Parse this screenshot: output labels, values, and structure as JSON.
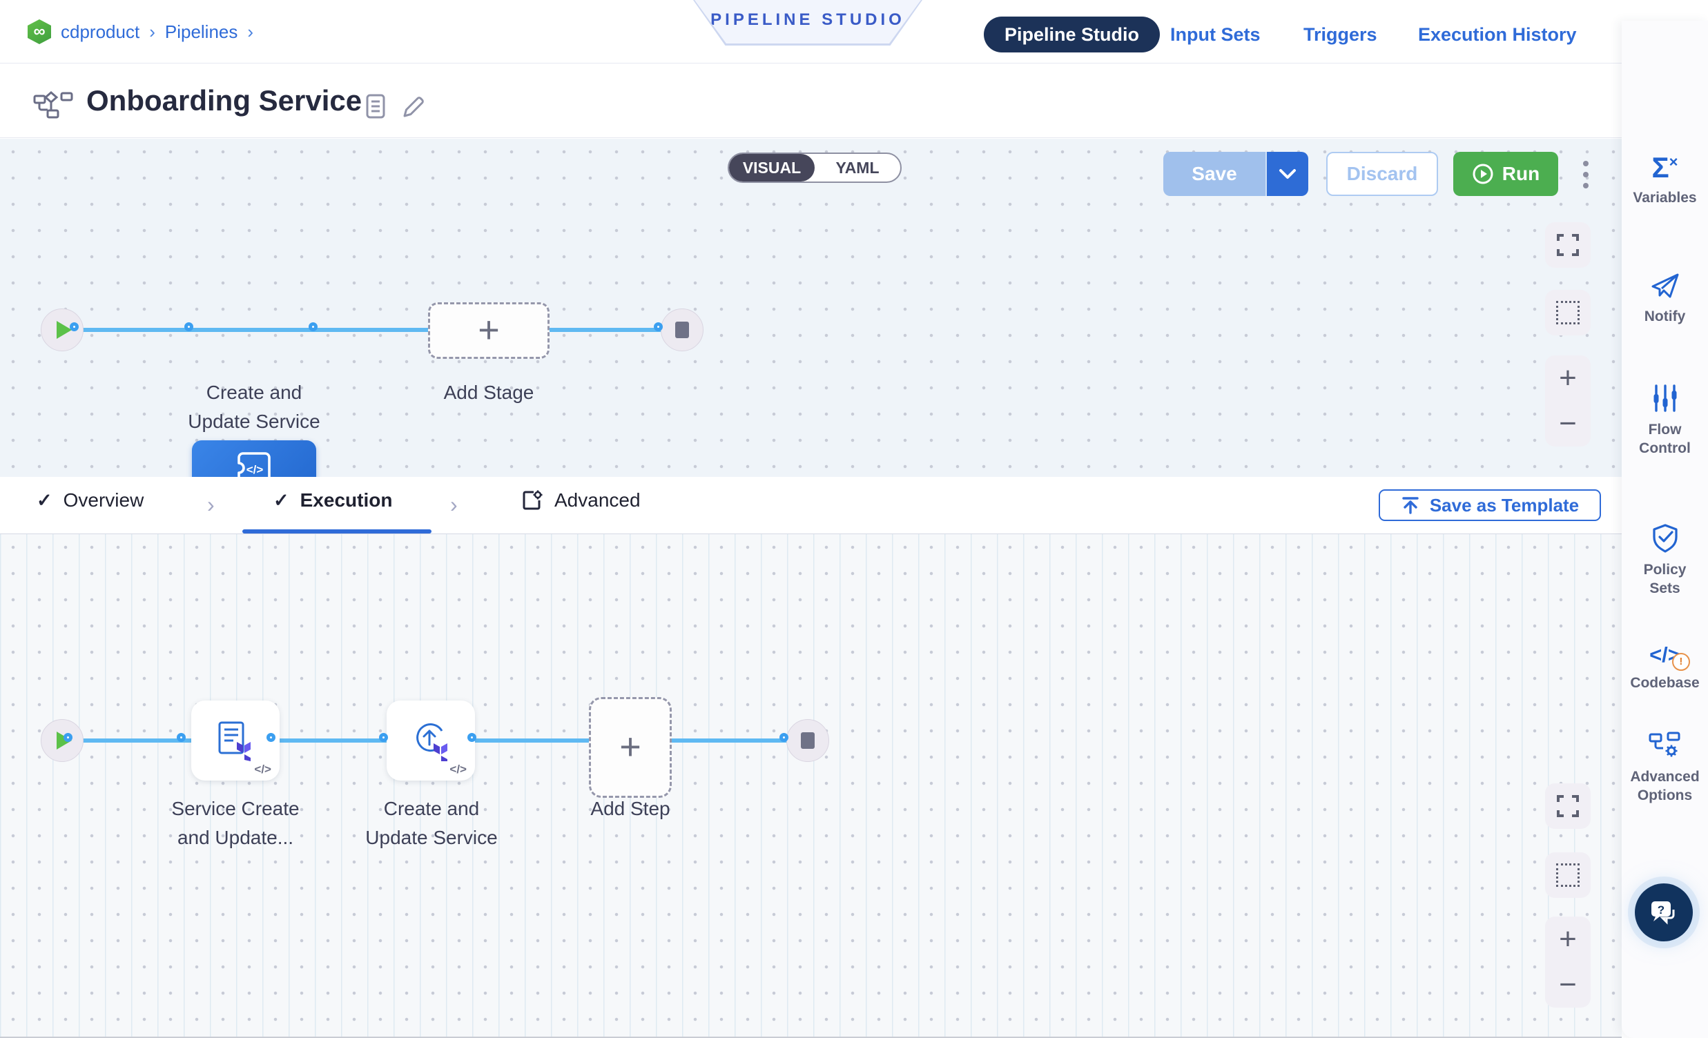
{
  "breadcrumb": {
    "project": "cdproduct",
    "separator": "›",
    "section": "Pipelines"
  },
  "banner": {
    "label": "PIPELINE STUDIO"
  },
  "nav": {
    "active_pill": "Pipeline Studio",
    "links": [
      {
        "label": "Input Sets"
      },
      {
        "label": "Triggers"
      },
      {
        "label": "Execution History"
      }
    ]
  },
  "header": {
    "title": "Onboarding Service",
    "mode_toggle": {
      "visual": "VISUAL",
      "yaml": "YAML",
      "selected": "VISUAL"
    },
    "actions": {
      "save": "Save",
      "discard": "Discard",
      "run": "Run"
    }
  },
  "stage_canvas": {
    "stage_label_line1": "Create and",
    "stage_label_line2": "Update Service",
    "add_stage_label": "Add Stage"
  },
  "config_tabs": {
    "overview": "Overview",
    "execution": "Execution",
    "advanced": "Advanced",
    "active": "Execution",
    "save_as_template": "Save as Template"
  },
  "step_canvas": {
    "step1_label_line1": "Service Create",
    "step1_label_line2": "and Update...",
    "step2_label_line1": "Create and",
    "step2_label_line2": "Update Service",
    "add_step_label": "Add Step"
  },
  "sidebar": {
    "items": [
      {
        "label": "Variables"
      },
      {
        "label": "Notify"
      },
      {
        "label_line1": "Flow",
        "label_line2": "Control"
      },
      {
        "label_line1": "Policy",
        "label_line2": "Sets"
      },
      {
        "label": "Codebase"
      },
      {
        "label_line1": "Advanced",
        "label_line2": "Options"
      }
    ]
  },
  "glyphs": {
    "infinity": "∞",
    "code": "</>",
    "check": "✓",
    "plus": "+",
    "minus": "−",
    "sigma": "Σ",
    "small_x": "×",
    "warning": "!",
    "question": "?"
  },
  "colors": {
    "accent_blue": "#2f6bd8",
    "run_green": "#4cae50",
    "navy_pill": "#1c3258",
    "link_blue": "#5fb9f2",
    "stage_blue": "#2e7de0",
    "canvas_bg": "#eff4f9"
  }
}
